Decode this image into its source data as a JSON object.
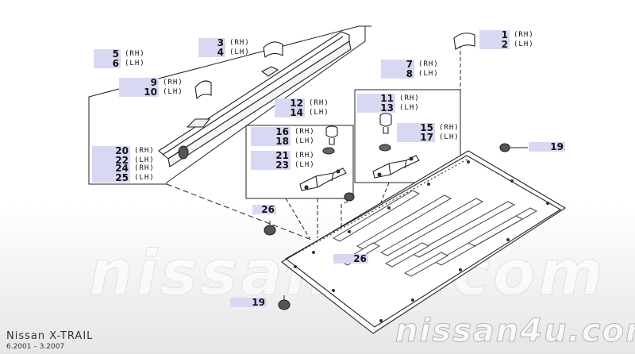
{
  "watermark": {
    "center": "nissan4u.com",
    "corner": "nissan4u.com"
  },
  "footer": {
    "model": "Nissan  X-TRAIL",
    "dates": "6.2001  –  3.2007"
  },
  "callouts": [
    {
      "key": "p1",
      "lines": [
        {
          "num": "1",
          "side": "(RH)"
        },
        {
          "num": "2",
          "side": "(LH)"
        }
      ]
    },
    {
      "key": "p3",
      "lines": [
        {
          "num": "3",
          "side": "(RH)"
        },
        {
          "num": "4",
          "side": "(LH)"
        }
      ]
    },
    {
      "key": "p5",
      "lines": [
        {
          "num": "5",
          "side": "(RH)"
        },
        {
          "num": "6",
          "side": "(LH)"
        }
      ]
    },
    {
      "key": "p7",
      "lines": [
        {
          "num": "7",
          "side": "(RH)"
        },
        {
          "num": "8",
          "side": "(LH)"
        }
      ]
    },
    {
      "key": "p9",
      "lines": [
        {
          "num": "9",
          "side": "(RH)"
        },
        {
          "num": "10",
          "side": "(LH)"
        }
      ]
    },
    {
      "key": "p11",
      "lines": [
        {
          "num": "11",
          "side": "(RH)"
        },
        {
          "num": "13",
          "side": "(LH)"
        }
      ]
    },
    {
      "key": "p12",
      "lines": [
        {
          "num": "12",
          "side": "(RH)"
        },
        {
          "num": "14",
          "side": "(LH)"
        }
      ]
    },
    {
      "key": "p15",
      "lines": [
        {
          "num": "15",
          "side": "(RH)"
        },
        {
          "num": "17",
          "side": "(LH)"
        }
      ]
    },
    {
      "key": "p16",
      "lines": [
        {
          "num": "16",
          "side": "(RH)"
        },
        {
          "num": "18",
          "side": "(LH)"
        }
      ]
    },
    {
      "key": "p20",
      "lines": [
        {
          "num": "20",
          "side": "(RH)"
        },
        {
          "num": "22",
          "side": "(LH)"
        }
      ]
    },
    {
      "key": "p21",
      "lines": [
        {
          "num": "21",
          "side": "(RH)"
        },
        {
          "num": "23",
          "side": "(LH)"
        }
      ]
    },
    {
      "key": "p24",
      "lines": [
        {
          "num": "24",
          "side": "(RH)"
        },
        {
          "num": "25",
          "side": "(LH)"
        }
      ]
    },
    {
      "key": "p19a",
      "lines": [
        {
          "num": "19",
          "side": ""
        }
      ]
    },
    {
      "key": "p19b",
      "lines": [
        {
          "num": "19",
          "side": ""
        }
      ]
    },
    {
      "key": "p26a",
      "lines": [
        {
          "num": "26",
          "side": ""
        }
      ]
    },
    {
      "key": "p26b",
      "lines": [
        {
          "num": "26",
          "side": ""
        }
      ]
    }
  ]
}
